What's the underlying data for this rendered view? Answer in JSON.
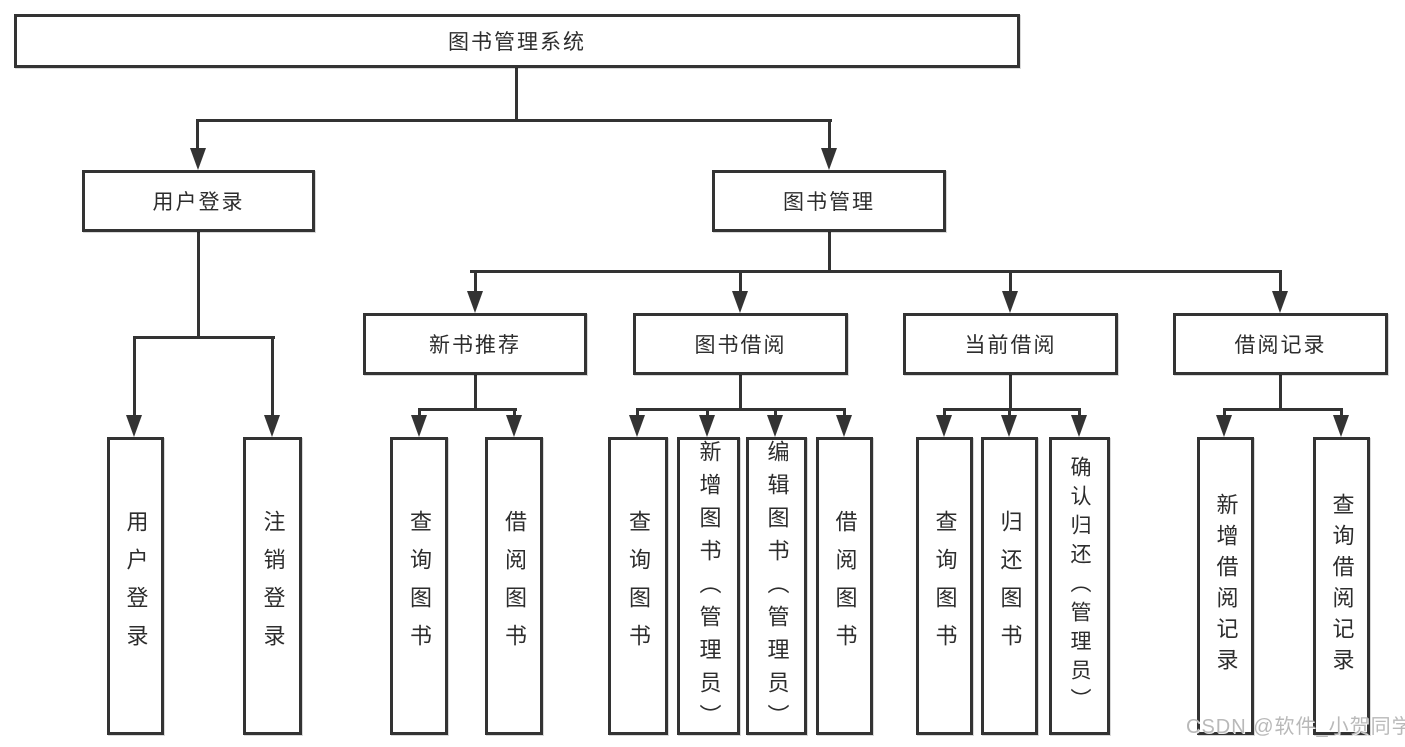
{
  "diagram": {
    "root": "图书管理系统",
    "branches": [
      {
        "label": "用户登录",
        "children": [
          "用户登录",
          "注销登录"
        ]
      },
      {
        "label": "图书管理",
        "children": [
          {
            "label": "新书推荐",
            "children": [
              "查询图书",
              "借阅图书"
            ]
          },
          {
            "label": "图书借阅",
            "children": [
              "查询图书",
              "新增图书（管理员）",
              "编辑图书（管理员）",
              "借阅图书"
            ]
          },
          {
            "label": "当前借阅",
            "children": [
              "查询图书",
              "归还图书",
              "确认归还（管理员）"
            ]
          },
          {
            "label": "借阅记录",
            "children": [
              "新增借阅记录",
              "查询借阅记录"
            ]
          }
        ]
      }
    ]
  },
  "watermark": "CSDN @软件_小贺同学",
  "colors": {
    "line": "#333333",
    "text": "#2d2d2d",
    "watermark": "#b9b9b9",
    "background": "#ffffff"
  }
}
